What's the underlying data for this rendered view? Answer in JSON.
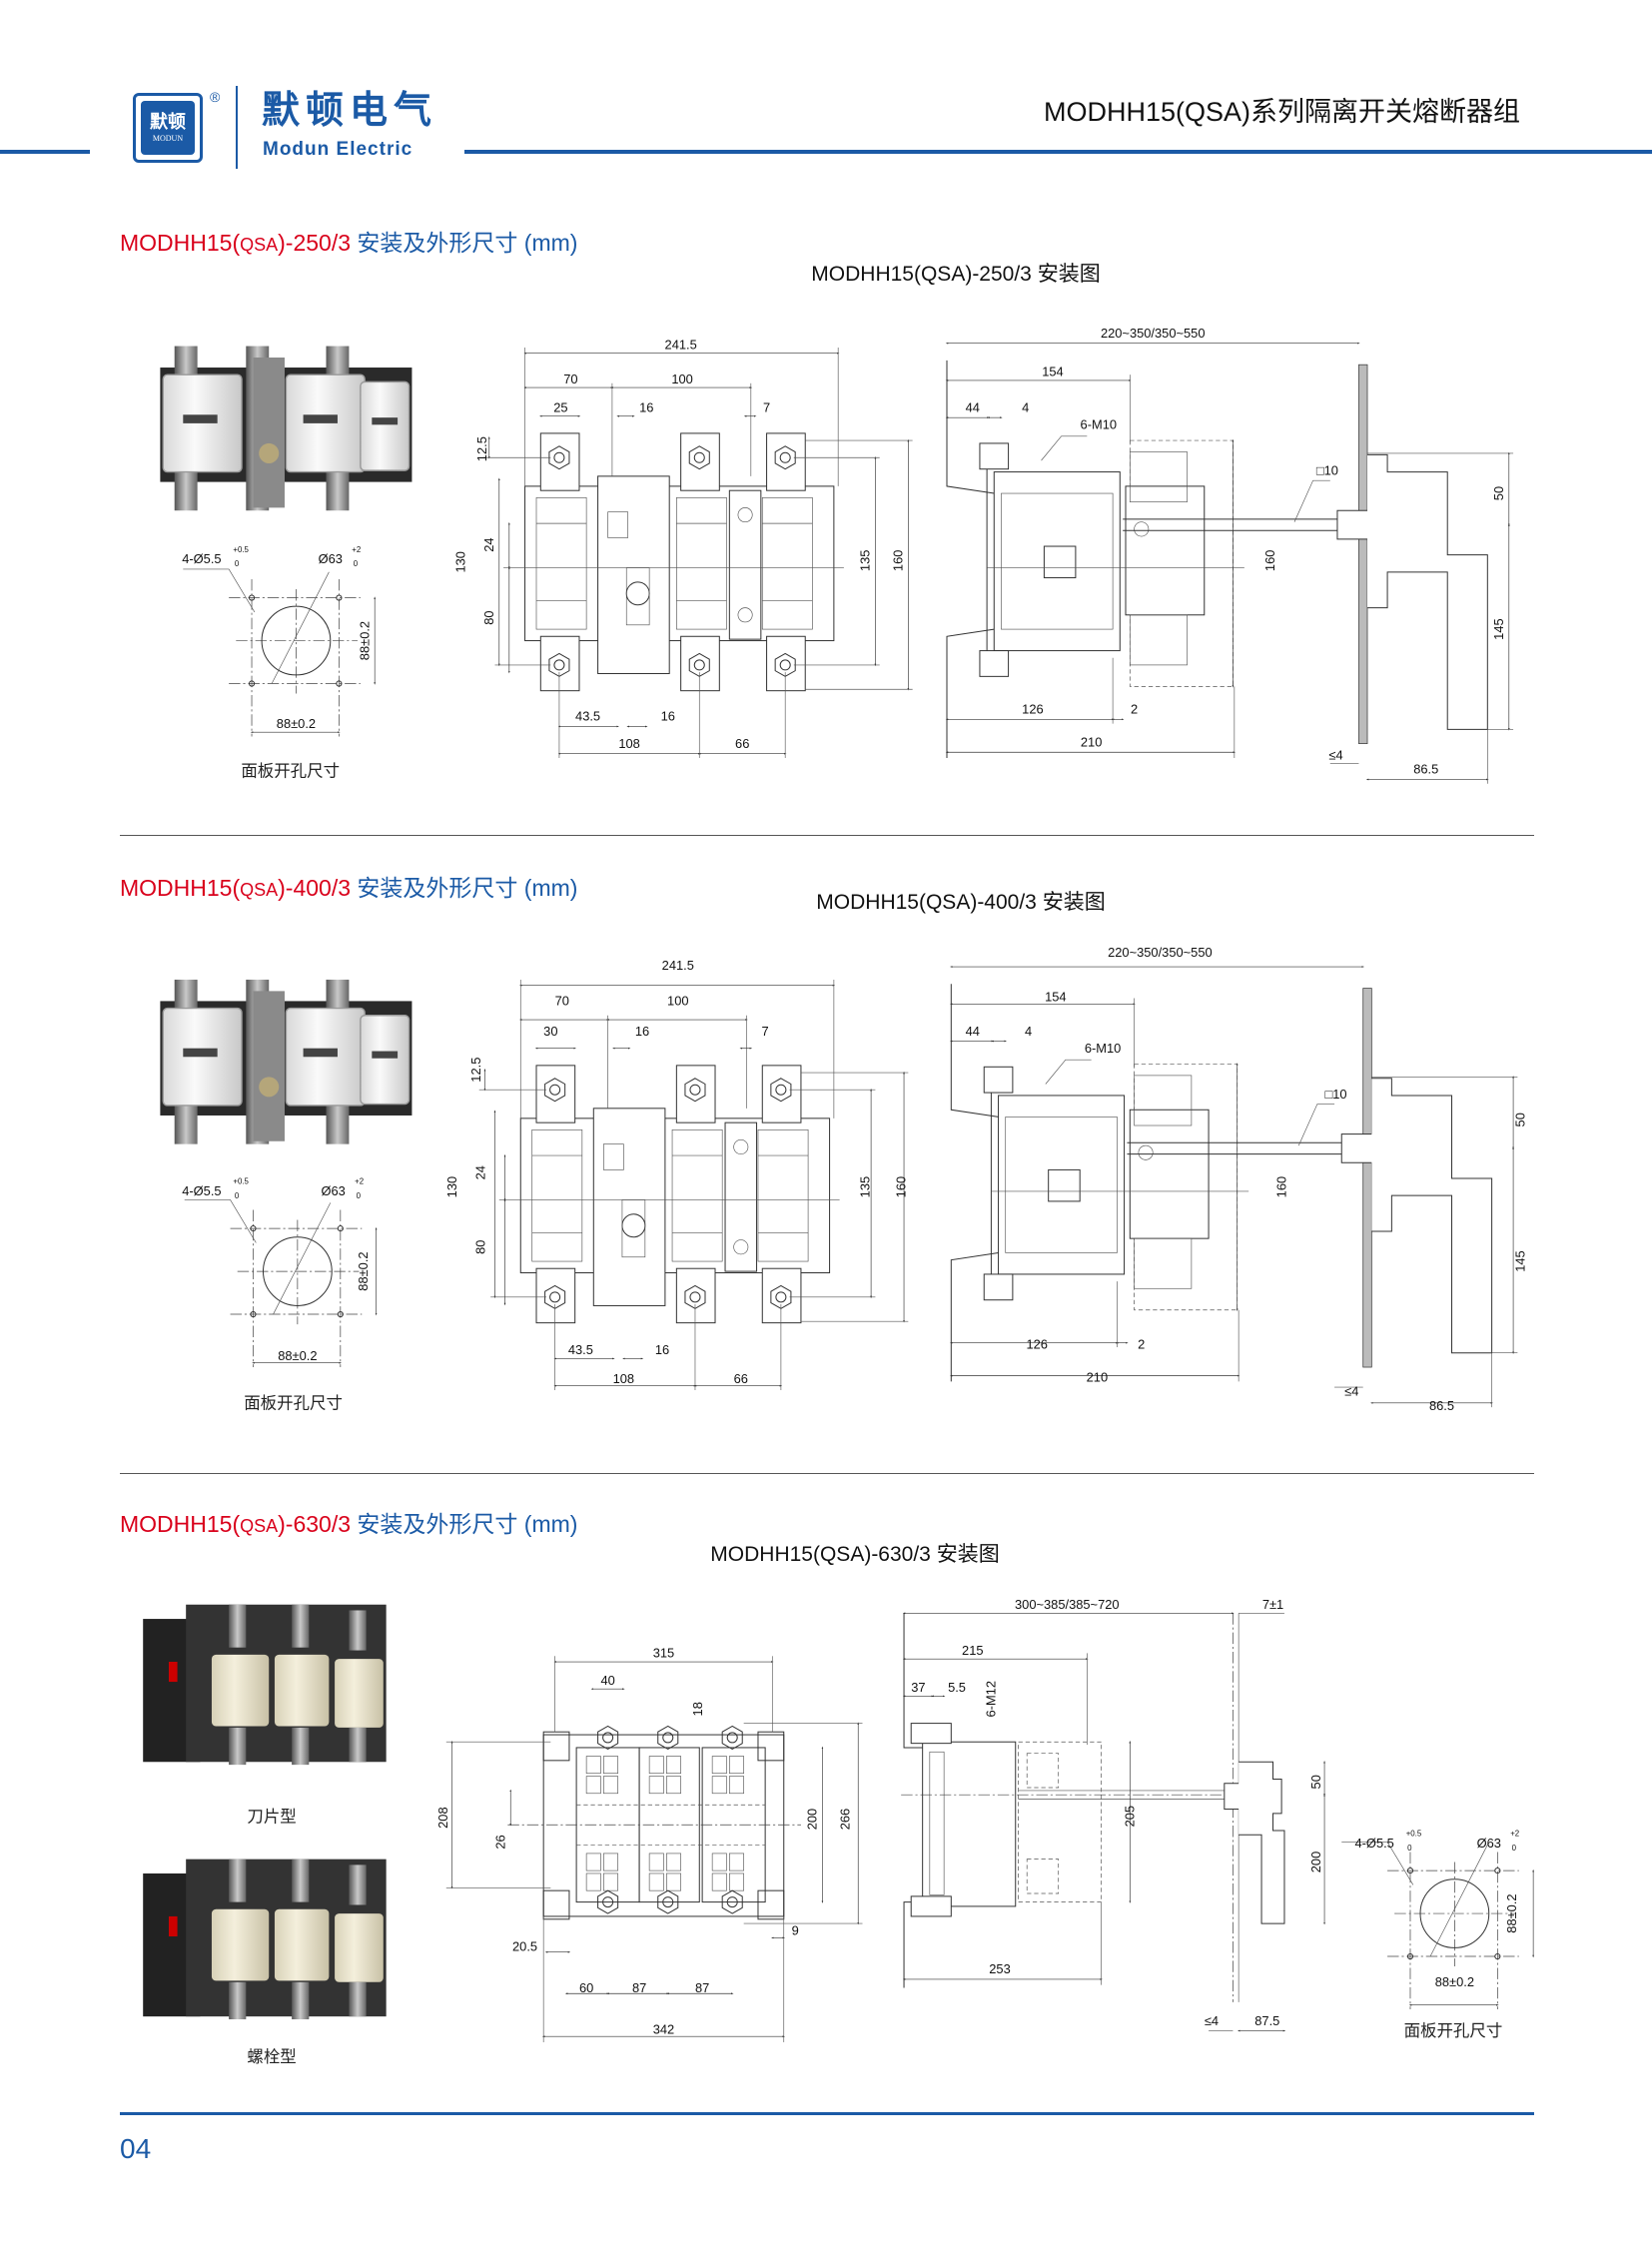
{
  "header": {
    "logo_cn": "默顿",
    "logo_en": "MODUN",
    "registered": "®",
    "brand_cn": "默顿电气",
    "brand_en": "Modun Electric",
    "doc_title": "MODHH15(QSA)系列隔离开关熔断器组"
  },
  "colors": {
    "brand_blue": "#1b5aa6",
    "model_red": "#d9001b"
  },
  "sections": [
    {
      "title_prefix": "MODHH15(",
      "title_qsa": "QSA",
      "title_suffix": ")-250/3",
      "title_rest": " 安装及外形尺寸 (mm)",
      "subtitle": "MODHH15(QSA)-250/3 安装图",
      "front_dims": [
        "241.5",
        "70",
        "100",
        "25",
        "16",
        "7",
        "12.5",
        "130",
        "24",
        "80",
        "135",
        "160",
        "43.5",
        "16",
        "108",
        "66"
      ],
      "side_dims": [
        "220~350/350~550",
        "154",
        "44",
        "4",
        "6-M10",
        "□10",
        "50",
        "160",
        "145",
        "126",
        "2",
        "210",
        "≤4",
        "86.5"
      ],
      "panel": {
        "holes": "4-Ø5.5",
        "holes_tol_up": "+0.5",
        "holes_tol_low": "0",
        "bore": "Ø63",
        "bore_tol_up": "+2",
        "bore_tol_low": "0",
        "v_dim": "88±0.2",
        "h_dim": "88±0.2",
        "caption": "面板开孔尺寸"
      }
    },
    {
      "title_prefix": "MODHH15(",
      "title_qsa": "QSA",
      "title_suffix": ")-400/3",
      "title_rest": " 安装及外形尺寸 (mm)",
      "subtitle": "MODHH15(QSA)-400/3 安装图",
      "front_dims": [
        "241.5",
        "70",
        "100",
        "30",
        "16",
        "7",
        "12.5",
        "130",
        "24",
        "80",
        "135",
        "160",
        "43.5",
        "16",
        "108",
        "66"
      ],
      "side_dims": [
        "220~350/350~550",
        "154",
        "44",
        "4",
        "6-M10",
        "□10",
        "50",
        "160",
        "145",
        "126",
        "2",
        "210",
        "≤4",
        "86.5"
      ],
      "panel": {
        "holes": "4-Ø5.5",
        "holes_tol_up": "+0.5",
        "holes_tol_low": "0",
        "bore": "Ø63",
        "bore_tol_up": "+2",
        "bore_tol_low": "0",
        "v_dim": "88±0.2",
        "h_dim": "88±0.2",
        "caption": "面板开孔尺寸"
      }
    },
    {
      "title_prefix": "MODHH15(",
      "title_qsa": "QSA",
      "title_suffix": ")-630/3",
      "title_rest": " 安装及外形尺寸 (mm)",
      "subtitle": "MODHH15(QSA)-630/3 安装图",
      "photo_captions": [
        "刀片型",
        "螺栓型"
      ],
      "front_dims": [
        "315",
        "40",
        "18",
        "208",
        "26",
        "200",
        "266",
        "20.5",
        "9",
        "60",
        "87",
        "87",
        "342"
      ],
      "side_dims": [
        "300~385/385~720",
        "7±1",
        "215",
        "37",
        "5.5",
        "6-M12",
        "205",
        "50",
        "200",
        "253",
        "≤4",
        "87.5"
      ],
      "panel": {
        "holes": "4-Ø5.5",
        "holes_tol_up": "+0.5",
        "holes_tol_low": "0",
        "bore": "Ø63",
        "bore_tol_up": "+2",
        "bore_tol_low": "0",
        "v_dim": "88±0.2",
        "h_dim": "88±0.2",
        "caption": "面板开孔尺寸"
      }
    }
  ],
  "footer": {
    "page_number": "04"
  }
}
